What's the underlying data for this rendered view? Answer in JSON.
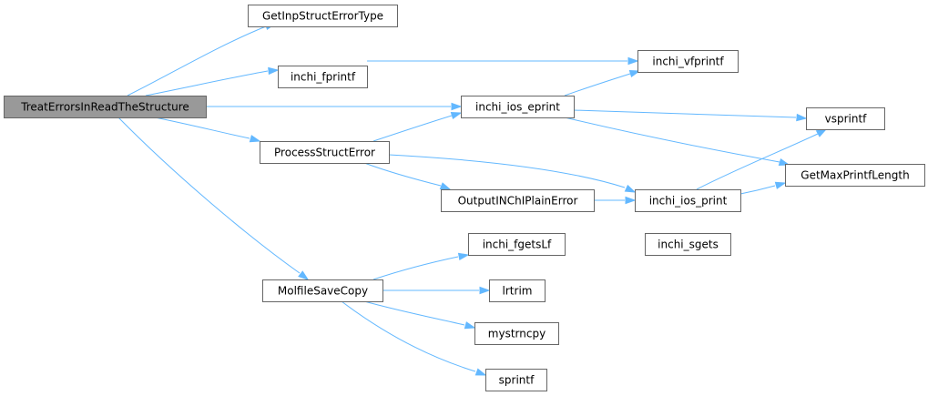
{
  "graph": {
    "root": "TreatErrorsInReadTheStructure",
    "nodes": [
      {
        "id": "treat",
        "label": "TreatErrorsInReadTheStructure",
        "root": true
      },
      {
        "id": "getinp",
        "label": "GetInpStructErrorType"
      },
      {
        "id": "fprintf",
        "label": "inchi_fprintf"
      },
      {
        "id": "vfprintf",
        "label": "inchi_vfprintf"
      },
      {
        "id": "ioseprint",
        "label": "inchi_ios_eprint"
      },
      {
        "id": "vsprintf",
        "label": "vsprintf"
      },
      {
        "id": "processerr",
        "label": "ProcessStructError"
      },
      {
        "id": "getmax",
        "label": "GetMaxPrintfLength"
      },
      {
        "id": "outputplain",
        "label": "OutputINChIPlainError"
      },
      {
        "id": "iosprint",
        "label": "inchi_ios_print"
      },
      {
        "id": "fgetslf",
        "label": "inchi_fgetsLf"
      },
      {
        "id": "sgets",
        "label": "inchi_sgets"
      },
      {
        "id": "molfile",
        "label": "MolfileSaveCopy"
      },
      {
        "id": "lrtrim",
        "label": "lrtrim"
      },
      {
        "id": "mystrncpy",
        "label": "mystrncpy"
      },
      {
        "id": "sprintf",
        "label": "sprintf"
      }
    ],
    "edges": [
      {
        "from": "treat",
        "to": "getinp"
      },
      {
        "from": "treat",
        "to": "fprintf"
      },
      {
        "from": "treat",
        "to": "ioseprint"
      },
      {
        "from": "treat",
        "to": "processerr"
      },
      {
        "from": "treat",
        "to": "molfile"
      },
      {
        "from": "fprintf",
        "to": "vfprintf"
      },
      {
        "from": "ioseprint",
        "to": "vfprintf"
      },
      {
        "from": "ioseprint",
        "to": "vsprintf"
      },
      {
        "from": "ioseprint",
        "to": "getmax"
      },
      {
        "from": "processerr",
        "to": "ioseprint"
      },
      {
        "from": "processerr",
        "to": "outputplain"
      },
      {
        "from": "processerr",
        "to": "iosprint"
      },
      {
        "from": "outputplain",
        "to": "iosprint"
      },
      {
        "from": "iosprint",
        "to": "vsprintf"
      },
      {
        "from": "iosprint",
        "to": "getmax"
      },
      {
        "from": "molfile",
        "to": "fgetslf"
      },
      {
        "from": "molfile",
        "to": "lrtrim"
      },
      {
        "from": "molfile",
        "to": "mystrncpy"
      },
      {
        "from": "molfile",
        "to": "sprintf"
      },
      {
        "from": "fgetslf",
        "to": "sgets"
      }
    ],
    "colors": {
      "edge": "#63b8ff",
      "node_border": "#666666",
      "root_fill": "#999999",
      "node_fill": "#ffffff"
    }
  }
}
